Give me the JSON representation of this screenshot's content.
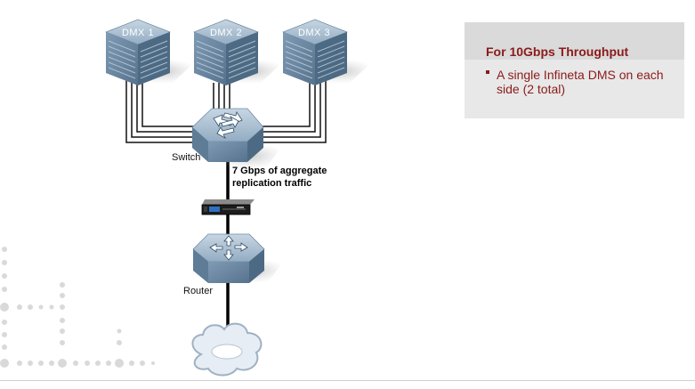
{
  "storage_arrays": [
    {
      "label": "DMX 1"
    },
    {
      "label": "DMX 2"
    },
    {
      "label": "DMX 3"
    }
  ],
  "switch": {
    "label": "Switch",
    "icon": "switch-arrows-icon"
  },
  "traffic_note": {
    "text": "7 Gbps of aggregate replication traffic"
  },
  "appliance": {
    "icon": "appliance-icon"
  },
  "router": {
    "label": "Router",
    "icon": "router-arrows-icon"
  },
  "wan": {
    "icon": "cloud-icon"
  },
  "info_box": {
    "heading": "For 10Gbps Throughput",
    "bullets": [
      "A single Infineta DMS on each side (2 total)"
    ]
  },
  "colors": {
    "device_face": "#6f8ca6",
    "device_top": "#a9bfd3",
    "device_side": "#4d6a84",
    "accent": "#8b1a1a",
    "info_background": "#e8e8e8"
  }
}
